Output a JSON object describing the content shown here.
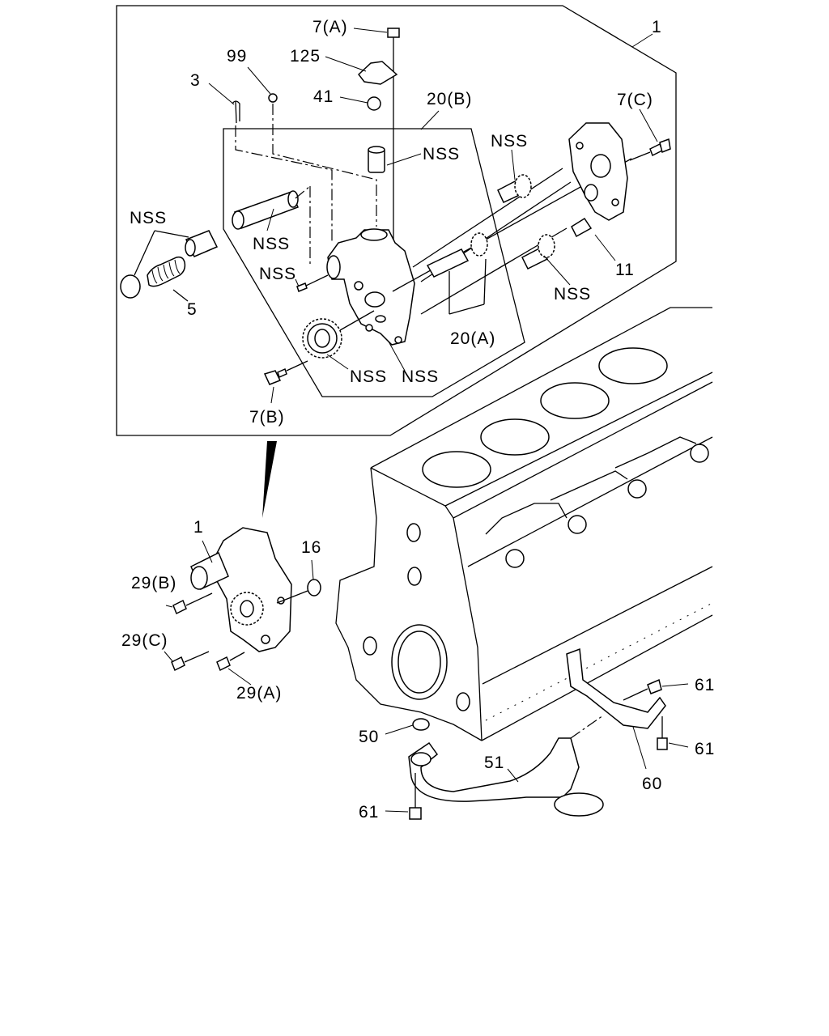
{
  "labels": {
    "l1_top": "1",
    "l7a": "7(A)",
    "l125": "125",
    "l99": "99",
    "l3": "3",
    "l41": "41",
    "l20b": "20(B)",
    "l7c": "7(C)",
    "nss_bushing": "NSS",
    "nss_gear_top": "NSS",
    "nss_left": "NSS",
    "nss_shaft": "NSS",
    "nss_bolt": "NSS",
    "nss_gear_mid": "NSS",
    "nss_gear_big": "NSS",
    "nss_body": "NSS",
    "l5": "5",
    "l11": "11",
    "l20a": "20(A)",
    "l7b": "7(B)",
    "l1_pump": "1",
    "l16": "16",
    "l29b": "29(B)",
    "l29c": "29(C)",
    "l29a": "29(A)",
    "l61_right_top": "61",
    "l61_right_bot": "61",
    "l50": "50",
    "l51": "51",
    "l60": "60",
    "l61_left": "61"
  }
}
